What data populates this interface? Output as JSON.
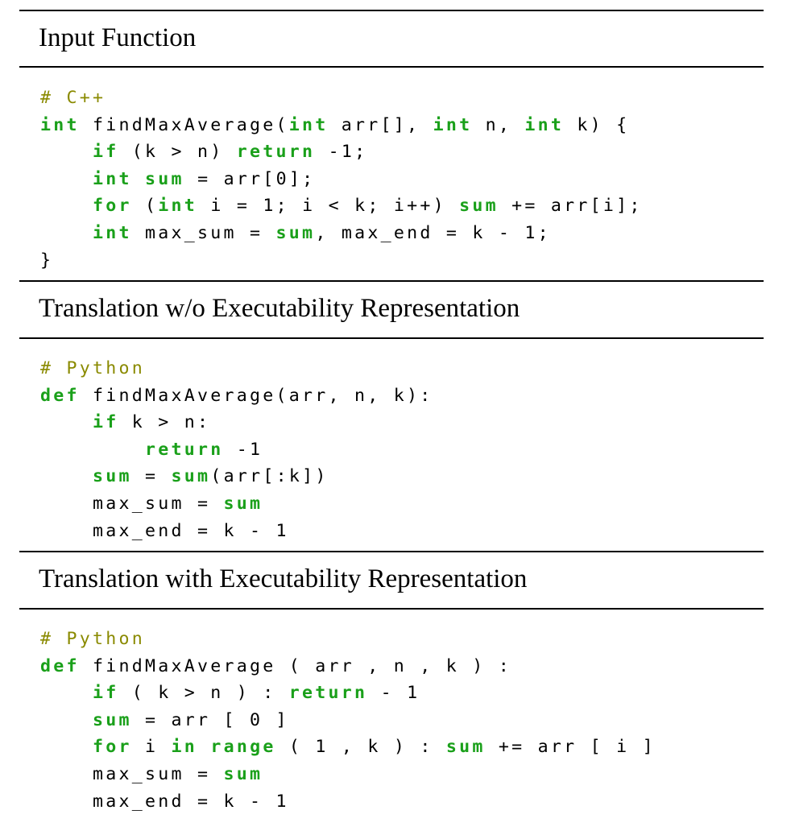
{
  "sections": [
    {
      "title": "Input Function",
      "code": [
        [
          [
            "comment",
            "# C++"
          ]
        ],
        [
          [
            "kw",
            "int"
          ],
          [
            "plain",
            " findMaxAverage("
          ],
          [
            "kw",
            "int"
          ],
          [
            "plain",
            " arr[], "
          ],
          [
            "kw",
            "int"
          ],
          [
            "plain",
            " n, "
          ],
          [
            "kw",
            "int"
          ],
          [
            "plain",
            " k) {"
          ]
        ],
        [
          [
            "plain",
            "    "
          ],
          [
            "kw",
            "if"
          ],
          [
            "plain",
            " (k > n) "
          ],
          [
            "kw",
            "return"
          ],
          [
            "plain",
            " -1;"
          ]
        ],
        [
          [
            "plain",
            "    "
          ],
          [
            "kw",
            "int"
          ],
          [
            "plain",
            " "
          ],
          [
            "kw",
            "sum"
          ],
          [
            "plain",
            " = arr[0];"
          ]
        ],
        [
          [
            "plain",
            "    "
          ],
          [
            "kw",
            "for"
          ],
          [
            "plain",
            " ("
          ],
          [
            "kw",
            "int"
          ],
          [
            "plain",
            " i = 1; i < k; i++) "
          ],
          [
            "kw",
            "sum"
          ],
          [
            "plain",
            " += arr[i];"
          ]
        ],
        [
          [
            "plain",
            "    "
          ],
          [
            "kw",
            "int"
          ],
          [
            "plain",
            " max_sum = "
          ],
          [
            "kw",
            "sum"
          ],
          [
            "plain",
            ", max_end = k - 1;"
          ]
        ],
        [
          [
            "plain",
            "}"
          ]
        ]
      ]
    },
    {
      "title": "Translation w/o Executability Representation",
      "code": [
        [
          [
            "comment",
            "# Python"
          ]
        ],
        [
          [
            "kw",
            "def"
          ],
          [
            "plain",
            " findMaxAverage(arr, n, k):"
          ]
        ],
        [
          [
            "plain",
            "    "
          ],
          [
            "kw",
            "if"
          ],
          [
            "plain",
            " k > n:"
          ]
        ],
        [
          [
            "plain",
            "        "
          ],
          [
            "kw",
            "return"
          ],
          [
            "plain",
            " -1"
          ]
        ],
        [
          [
            "plain",
            "    "
          ],
          [
            "kw",
            "sum"
          ],
          [
            "plain",
            " = "
          ],
          [
            "kw",
            "sum"
          ],
          [
            "plain",
            "(arr[:k])"
          ]
        ],
        [
          [
            "plain",
            "    max_sum = "
          ],
          [
            "kw",
            "sum"
          ]
        ],
        [
          [
            "plain",
            "    max_end = k - 1"
          ]
        ]
      ]
    },
    {
      "title": "Translation with Executability Representation",
      "code": [
        [
          [
            "comment",
            "# Python"
          ]
        ],
        [
          [
            "kw",
            "def"
          ],
          [
            "plain",
            " findMaxAverage ( arr , n , k ) :"
          ]
        ],
        [
          [
            "plain",
            "    "
          ],
          [
            "kw",
            "if"
          ],
          [
            "plain",
            " ( k > n ) : "
          ],
          [
            "kw",
            "return"
          ],
          [
            "plain",
            " - 1"
          ]
        ],
        [
          [
            "plain",
            "    "
          ],
          [
            "kw",
            "sum"
          ],
          [
            "plain",
            " = arr [ 0 ]"
          ]
        ],
        [
          [
            "plain",
            "    "
          ],
          [
            "kw",
            "for"
          ],
          [
            "plain",
            " i "
          ],
          [
            "kw",
            "in"
          ],
          [
            "plain",
            " "
          ],
          [
            "kw",
            "range"
          ],
          [
            "plain",
            " ( 1 , k ) : "
          ],
          [
            "kw",
            "sum"
          ],
          [
            "plain",
            " += arr [ i ]"
          ]
        ],
        [
          [
            "plain",
            "    max_sum = "
          ],
          [
            "kw",
            "sum"
          ]
        ],
        [
          [
            "plain",
            "    max_end = k - 1"
          ]
        ]
      ]
    }
  ]
}
